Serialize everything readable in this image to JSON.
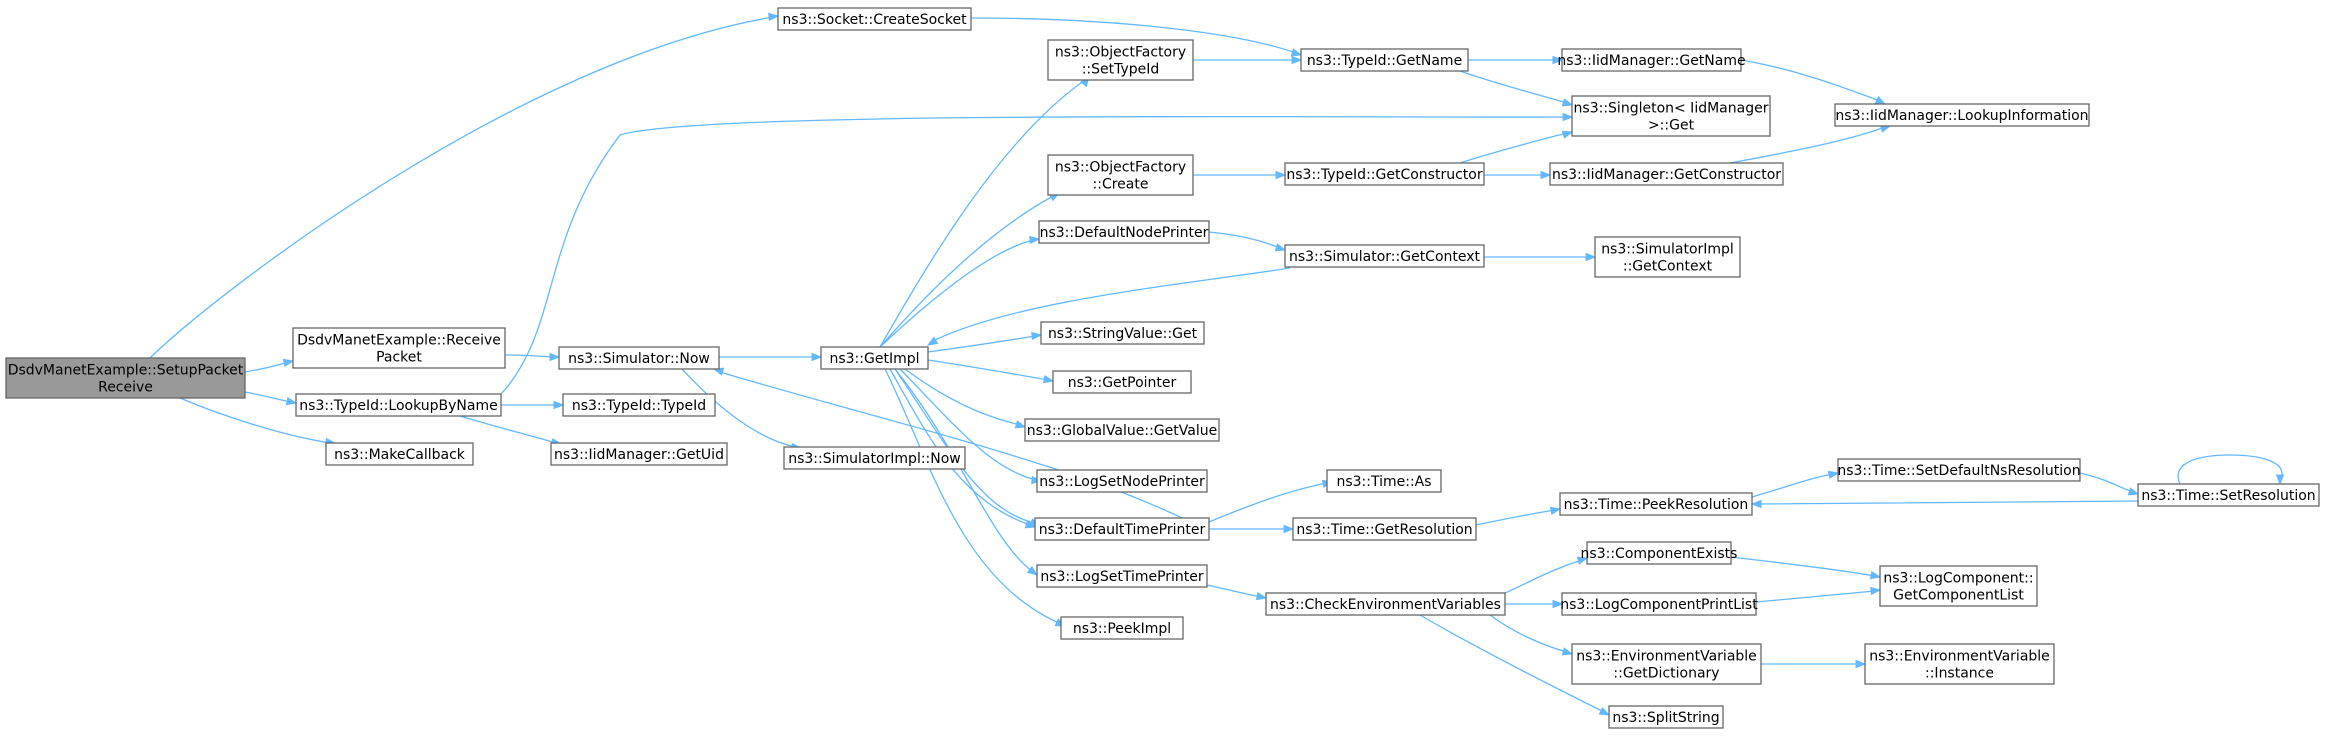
{
  "colors": {
    "edge": "#63b8ff",
    "node_border": "#666666",
    "root_fill": "#999999"
  },
  "nodes": {
    "root": [
      "DsdvManetExample::SetupPacket",
      "Receive"
    ],
    "receive_packet": [
      "DsdvManetExample::Receive",
      "Packet"
    ],
    "lookup_by_name": [
      "ns3::TypeId::LookupByName"
    ],
    "make_callback": [
      "ns3::MakeCallback"
    ],
    "create_socket": [
      "ns3::Socket::CreateSocket"
    ],
    "sim_now": [
      "ns3::Simulator::Now"
    ],
    "typeid_typeid": [
      "ns3::TypeId::TypeId"
    ],
    "iid_getuid": [
      "ns3::IidManager::GetUid"
    ],
    "get_impl": [
      "ns3::GetImpl"
    ],
    "simimpl_now": [
      "ns3::SimulatorImpl::Now"
    ],
    "of_settypeid": [
      "ns3::ObjectFactory",
      "::SetTypeId"
    ],
    "of_create": [
      "ns3::ObjectFactory",
      "::Create"
    ],
    "default_node_printer": [
      "ns3::DefaultNodePrinter"
    ],
    "stringvalue_get": [
      "ns3::StringValue::Get"
    ],
    "get_pointer": [
      "ns3::GetPointer"
    ],
    "globalvalue_getvalue": [
      "ns3::GlobalValue::GetValue"
    ],
    "log_set_node_printer": [
      "ns3::LogSetNodePrinter"
    ],
    "default_time_printer": [
      "ns3::DefaultTimePrinter"
    ],
    "log_set_time_printer": [
      "ns3::LogSetTimePrinter"
    ],
    "peek_impl": [
      "ns3::PeekImpl"
    ],
    "typeid_getname": [
      "ns3::TypeId::GetName"
    ],
    "typeid_getconstructor": [
      "ns3::TypeId::GetConstructor"
    ],
    "sim_getcontext": [
      "ns3::Simulator::GetContext"
    ],
    "time_as": [
      "ns3::Time::As"
    ],
    "time_getresolution": [
      "ns3::Time::GetResolution"
    ],
    "check_env": [
      "ns3::CheckEnvironmentVariables"
    ],
    "iid_getname": [
      "ns3::IidManager::GetName"
    ],
    "singleton_get": [
      "ns3::Singleton< IidManager",
      ">::Get"
    ],
    "iid_getconstructor": [
      "ns3::IidManager::GetConstructor"
    ],
    "simimpl_getcontext": [
      "ns3::SimulatorImpl",
      "::GetContext"
    ],
    "time_peekresolution": [
      "ns3::Time::PeekResolution"
    ],
    "component_exists": [
      "ns3::ComponentExists"
    ],
    "log_component_print_list": [
      "ns3::LogComponentPrintList"
    ],
    "envvar_getdictionary": [
      "ns3::EnvironmentVariable",
      "::GetDictionary"
    ],
    "split_string": [
      "ns3::SplitString"
    ],
    "iid_lookupinformation": [
      "ns3::IidManager::LookupInformation"
    ],
    "time_setdefaultnsresolution": [
      "ns3::Time::SetDefaultNsResolution"
    ],
    "logcomponent_getcomponentlist": [
      "ns3::LogComponent::",
      "GetComponentList"
    ],
    "envvar_instance": [
      "ns3::EnvironmentVariable",
      "::Instance"
    ],
    "time_setresolution": [
      "ns3::Time::SetResolution"
    ]
  }
}
